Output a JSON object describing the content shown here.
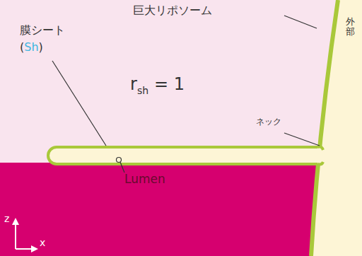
{
  "diagram": {
    "labels": [
      "巨大リポソーム",
      "外部",
      "膜シート",
      "(",
      "Sh",
      ")",
      "r",
      "sh",
      "= 1",
      "ネック",
      "Lumen",
      "z",
      "x"
    ]
  }
}
